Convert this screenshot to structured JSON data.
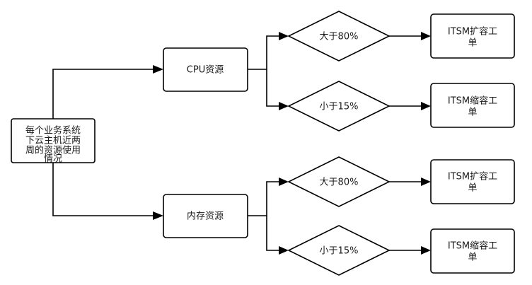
{
  "diagram": {
    "root": {
      "line1": "每个业务系统",
      "line2": "下云主机近两",
      "line3": "周的资源使用",
      "line4": "情况"
    },
    "cpu": {
      "label": "CPU资源",
      "high": {
        "condition": "大于80%",
        "result_line1": "ITSM扩容工",
        "result_line2": "单"
      },
      "low": {
        "condition": "小于15%",
        "result_line1": "ITSM缩容工",
        "result_line2": "单"
      }
    },
    "memory": {
      "label": "内存资源",
      "high": {
        "condition": "大于80%",
        "result_line1": "ITSM扩容工",
        "result_line2": "单"
      },
      "low": {
        "condition": "小于15%",
        "result_line1": "ITSM缩容工",
        "result_line2": "单"
      }
    }
  }
}
